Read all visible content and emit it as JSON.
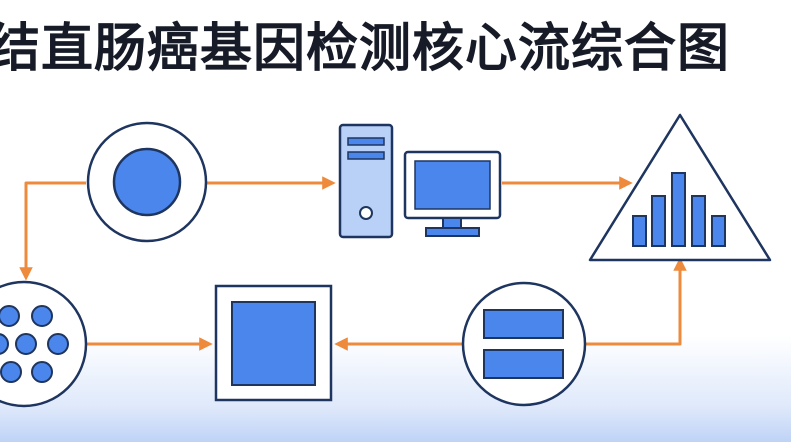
{
  "title": "结直肠癌基因检测核心流综合图",
  "colors": {
    "node_fill": "#4a86ec",
    "node_stroke": "#1e3560",
    "panel_fill": "#ffffff",
    "light_fill": "#b9d0f7",
    "arrow": "#ee8a3c"
  },
  "nodes": [
    {
      "id": "sample-circle",
      "icon": "circle-icon"
    },
    {
      "id": "computer",
      "icon": "computer-icon"
    },
    {
      "id": "analysis-triangle",
      "icon": "bar-chart-triangle-icon"
    },
    {
      "id": "cell-cluster",
      "icon": "cell-cluster-icon"
    },
    {
      "id": "square-panel",
      "icon": "square-icon"
    },
    {
      "id": "stacked-bars-circle",
      "icon": "stacked-bars-icon"
    }
  ],
  "flows": [
    {
      "from": "sample-circle",
      "to": "computer"
    },
    {
      "from": "computer",
      "to": "analysis-triangle"
    },
    {
      "from": "sample-circle",
      "to": "cell-cluster"
    },
    {
      "from": "cell-cluster",
      "to": "square-panel"
    },
    {
      "from": "stacked-bars-circle",
      "to": "square-panel"
    },
    {
      "from": "stacked-bars-circle",
      "to": "analysis-triangle"
    }
  ]
}
